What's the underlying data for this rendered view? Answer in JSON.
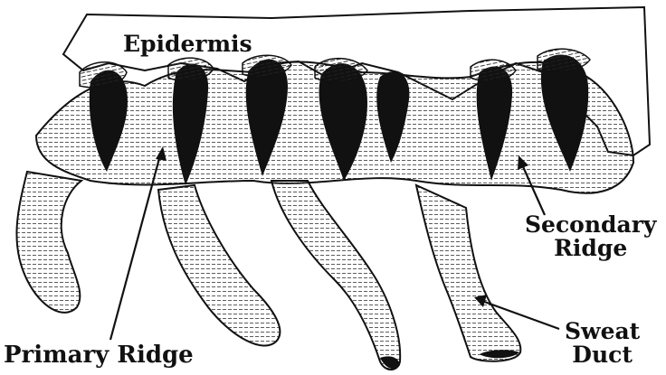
{
  "labels": {
    "epidermis": "Epidermis",
    "primary_ridge": "Primary Ridge",
    "secondary_ridge": [
      "Secondary",
      "Ridge"
    ],
    "sweat_duct": [
      "Sweat",
      "Duct"
    ]
  },
  "colors": {
    "ink": "#111111",
    "background": "#ffffff"
  }
}
